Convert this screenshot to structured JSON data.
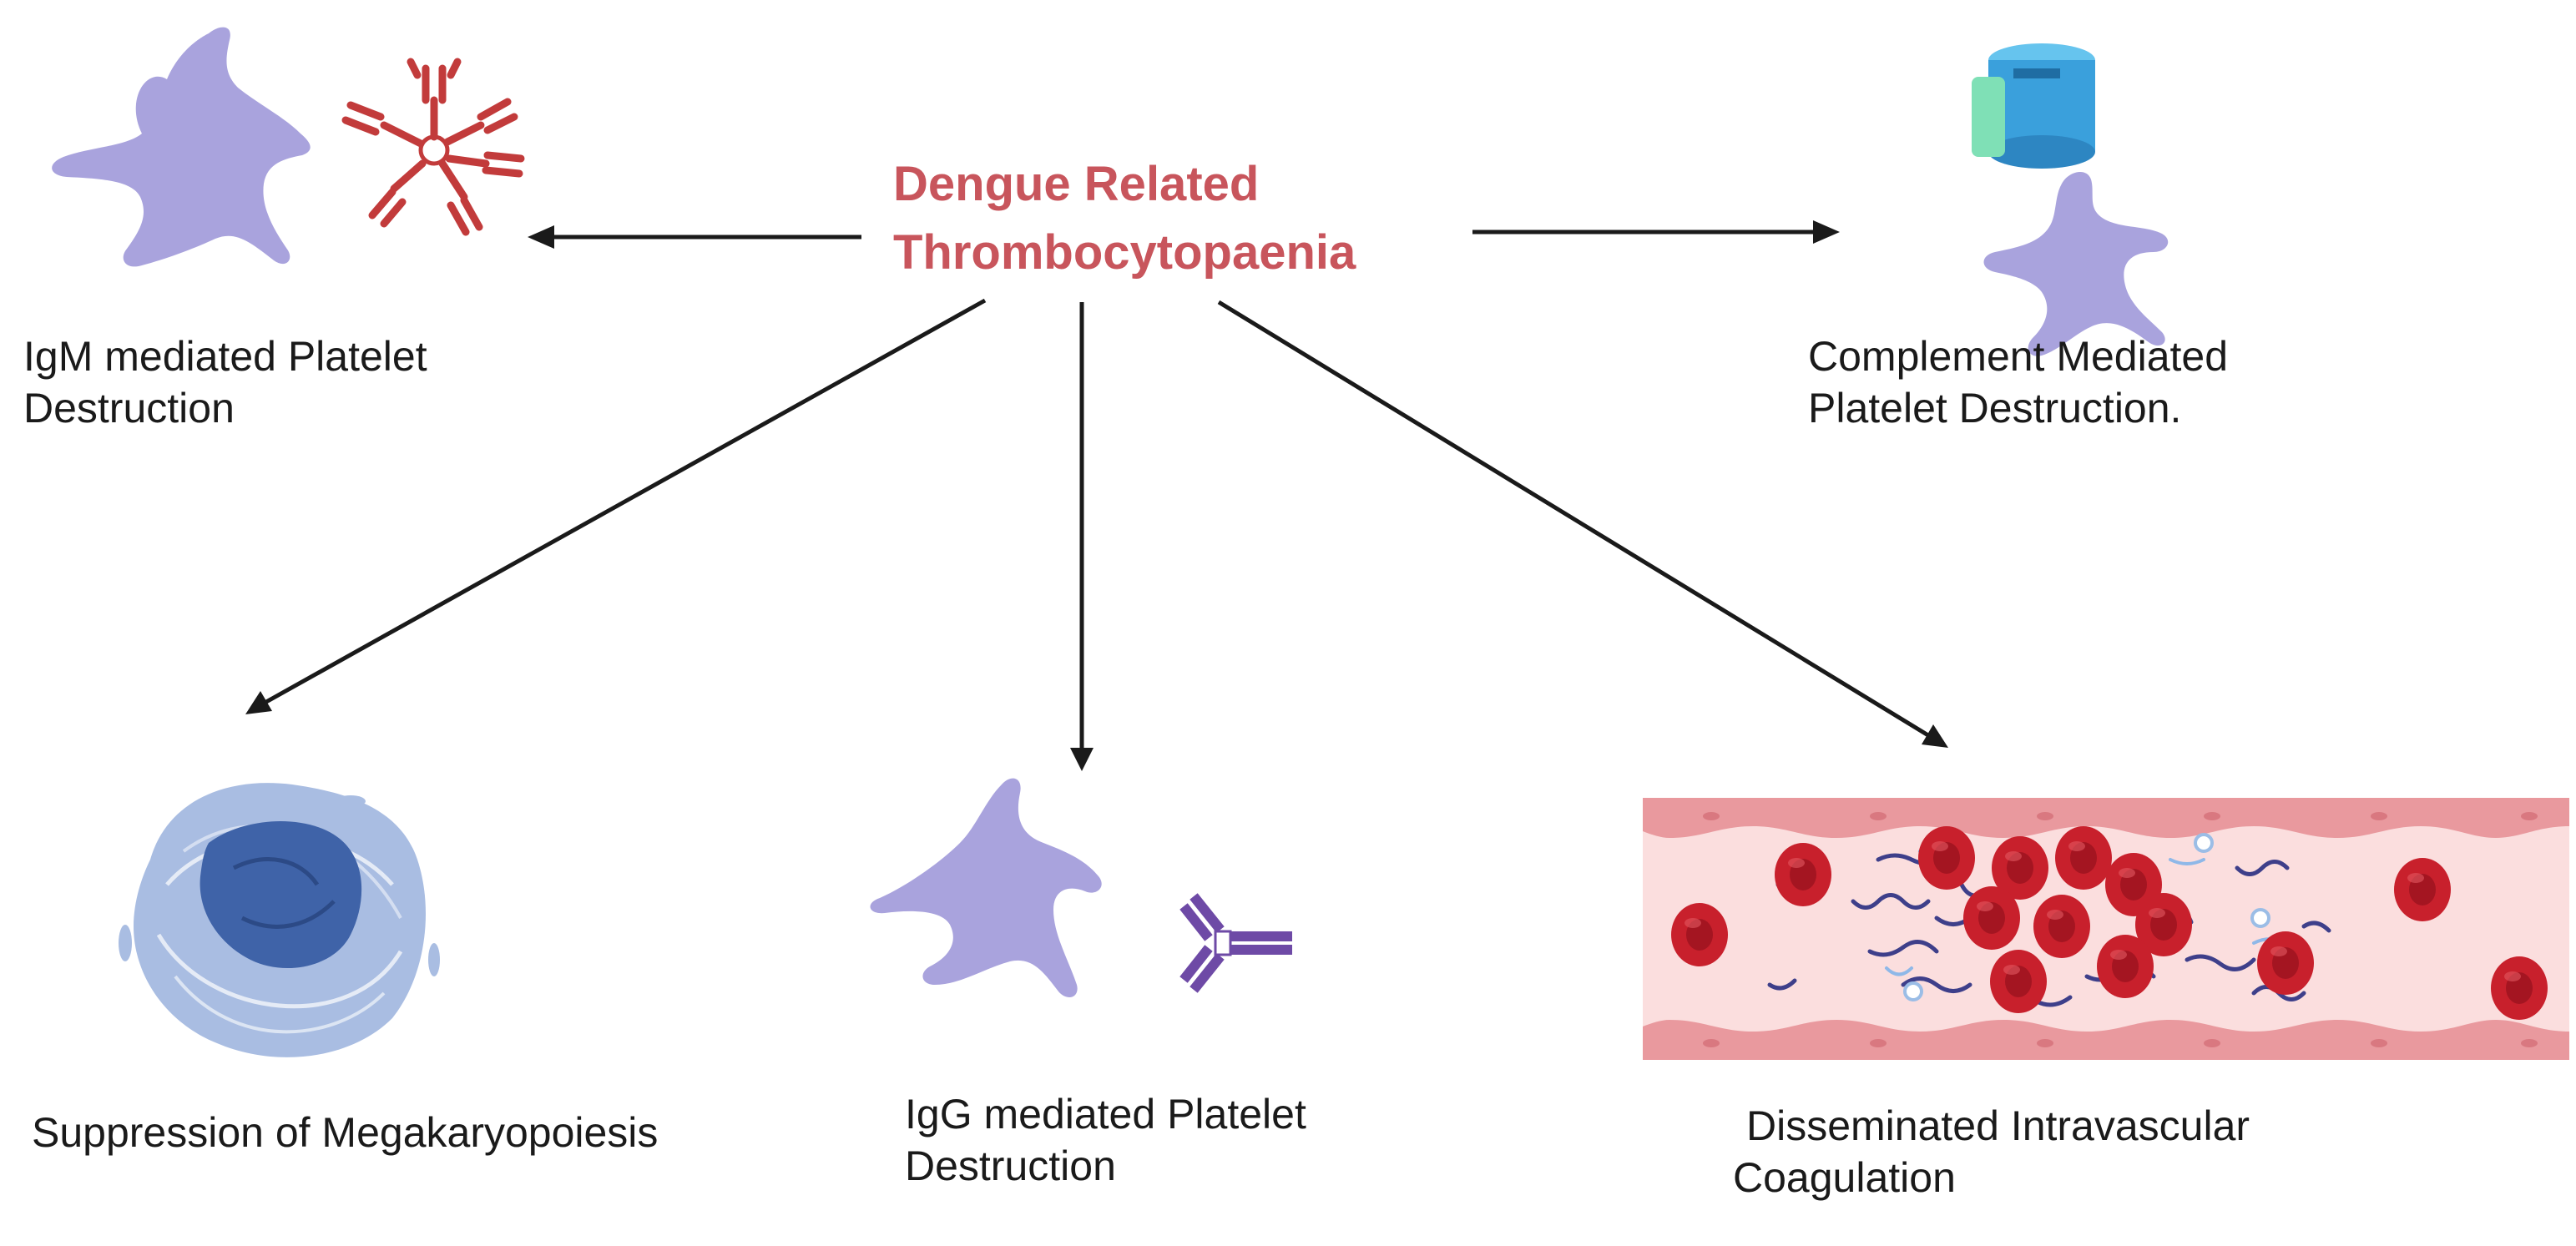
{
  "title": {
    "line1": "Dengue Related",
    "line2": "Thrombocytopaenia",
    "color": "#c8555c"
  },
  "nodes": {
    "igm": {
      "line1": "IgM mediated Platelet",
      "line2": "Destruction"
    },
    "complement": {
      "line1": "Complement Mediated",
      "line2": "Platelet Destruction."
    },
    "megakaryopoiesis": {
      "line1": "Suppression of Megakaryopoiesis"
    },
    "igg": {
      "line1": "IgG mediated Platelet",
      "line2": "Destruction"
    },
    "dic": {
      "line1": "Disseminated Intravascular",
      "line2": "Coagulation"
    }
  },
  "colors": {
    "platelet": "#a9a3dd",
    "igm_antibody": "#c23b3b",
    "igg_antibody": "#6e4aa6",
    "complement": "#3aa0dc",
    "cell_nucleus": "#3f63a8",
    "cell_cytoplasm": "#a9bde2",
    "vessel_wall": "#e9999e",
    "vessel_lumen": "#fbdede",
    "rbc": "#c8202c",
    "fibrin": "#3e3f8a",
    "arrow": "#1a1a1a"
  }
}
